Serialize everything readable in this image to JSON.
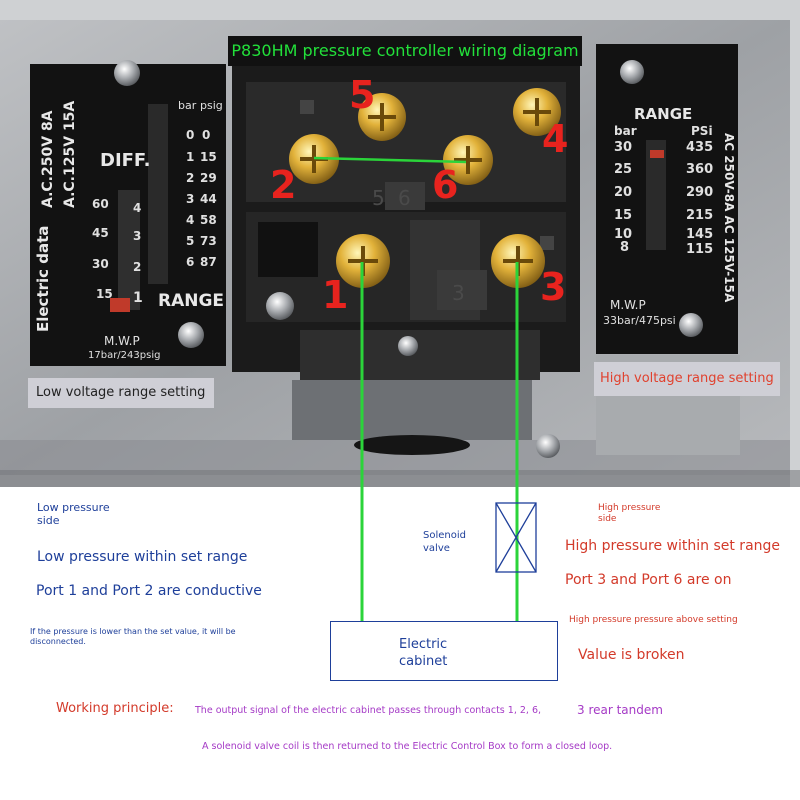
{
  "title": "P830HM pressure controller wiring diagram",
  "terminals": [
    "5",
    "4",
    "2",
    "6",
    "1",
    "3"
  ],
  "left_plate": {
    "electric_data": "Electric data",
    "rating1": "A.C.250V  8A",
    "rating2": "A.C.125V  15A",
    "diff": "DIFF.",
    "bar": "bar",
    "psig": "psig",
    "diff_psig": [
      "60",
      "45",
      "30",
      "15"
    ],
    "diff_bar": [
      "4",
      "3",
      "2",
      "1"
    ],
    "range_bar": [
      "0",
      "1",
      "2",
      "3",
      "4",
      "5",
      "6"
    ],
    "range_psig": [
      "0",
      "15",
      "29",
      "44",
      "58",
      "73",
      "87"
    ],
    "range": "RANGE",
    "mwp": "M.W.P",
    "mwp_value": "17bar/243psig"
  },
  "right_plate": {
    "range": "RANGE",
    "bar": "bar",
    "psi": "PSi",
    "bar_values": [
      "30",
      "25",
      "20",
      "15",
      "10",
      "8"
    ],
    "psi_values": [
      "435",
      "360",
      "290",
      "215",
      "145",
      "115"
    ],
    "rating": "AC 250V-8A  AC 125V-15A",
    "mwp": "M.W.P",
    "mwp_value": "33bar/475psi"
  },
  "labels": {
    "low_voltage": "Low voltage range setting",
    "high_voltage": "High voltage range setting",
    "low_side_1": "Low pressure",
    "low_side_2": "side",
    "low_within": "Low pressure within set range",
    "port12": "Port 1 and Port 2 are conductive",
    "low_disconnect_1": "If the pressure is lower than the set value, it will be",
    "low_disconnect_2": "disconnected.",
    "solenoid_1": "Solenoid",
    "solenoid_2": "valve",
    "high_side_1": "High pressure",
    "high_side_2": "side",
    "high_within": "High pressure within set range",
    "port36": "Port 3 and Port 6 are on",
    "high_above": "High pressure pressure above setting",
    "value_broken": "Value is broken",
    "cabinet_1": "Electric",
    "cabinet_2": "cabinet",
    "working_principle": "Working principle:",
    "output_signal": "The output signal of the electric cabinet passes through contacts 1, 2, 6,",
    "rear_tandem": "3 rear tandem",
    "solenoid_return": "A solenoid valve coil is then returned to the Electric Control Box to form a closed loop."
  },
  "colors": {
    "wire": "#2bd43a",
    "label_blue": "#1e3f9a",
    "label_red": "#d33a2a",
    "label_purple": "#a53ac6",
    "terminal_number": "#e8231e"
  }
}
